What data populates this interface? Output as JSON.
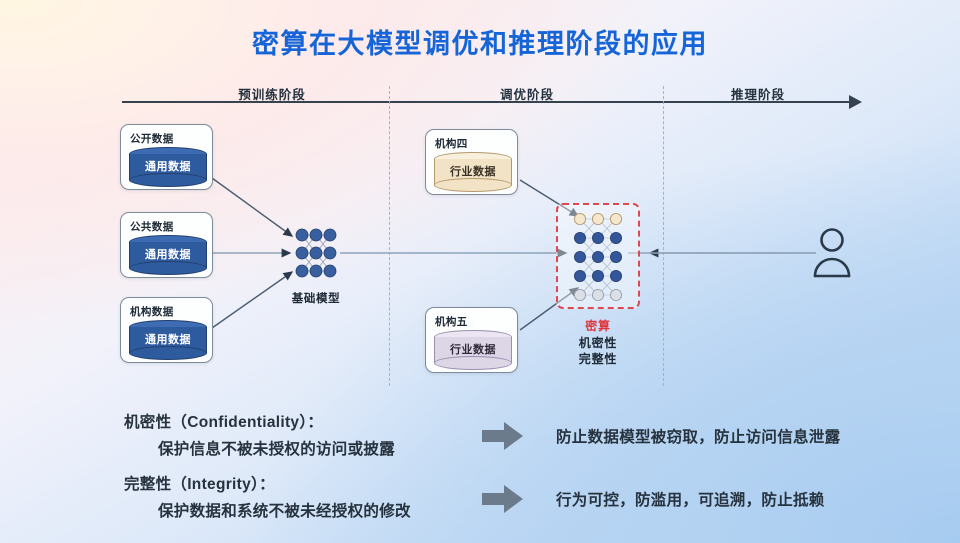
{
  "title": "密算在大模型调优和推理阶段的应用",
  "timeline": {
    "stages": [
      {
        "label": "预训练阶段"
      },
      {
        "label": "调优阶段"
      },
      {
        "label": "推理阶段"
      }
    ]
  },
  "pretrain": {
    "cards": [
      {
        "title": "公开数据",
        "db": "通用数据",
        "tone": "blue"
      },
      {
        "title": "公共数据",
        "db": "通用数据",
        "tone": "blue"
      },
      {
        "title": "机构数据",
        "db": "通用数据",
        "tone": "blue"
      }
    ],
    "model_label": "基础模型"
  },
  "tuning": {
    "cards": [
      {
        "title": "机构四",
        "db": "行业数据",
        "tone": "tan"
      },
      {
        "title": "机构五",
        "db": "行业数据",
        "tone": "purple"
      }
    ],
    "secure": {
      "headline": "密算",
      "attributes": [
        "机密性",
        "完整性"
      ],
      "headline_color": "#e0373f"
    }
  },
  "inference": {
    "user_icon": "person-icon"
  },
  "legend": [
    {
      "term": "机密性（Confidentiality）：",
      "desc": "保护信息不被未授权的访问或披露",
      "result": "防止数据模型被窃取，防止访问信息泄露"
    },
    {
      "term": "完整性（Integrity）：",
      "desc": "保护数据和系统不被未经授权的修改",
      "result": "行为可控，防滥用，可追溯，防止抵赖"
    }
  ],
  "colors": {
    "title": "#1565d8",
    "axis": "#36434f",
    "accent_red": "#e0373f",
    "node_blue": "#3a5f9e",
    "node_tan": "#f3e4c8",
    "node_grey": "#d9dde5"
  }
}
